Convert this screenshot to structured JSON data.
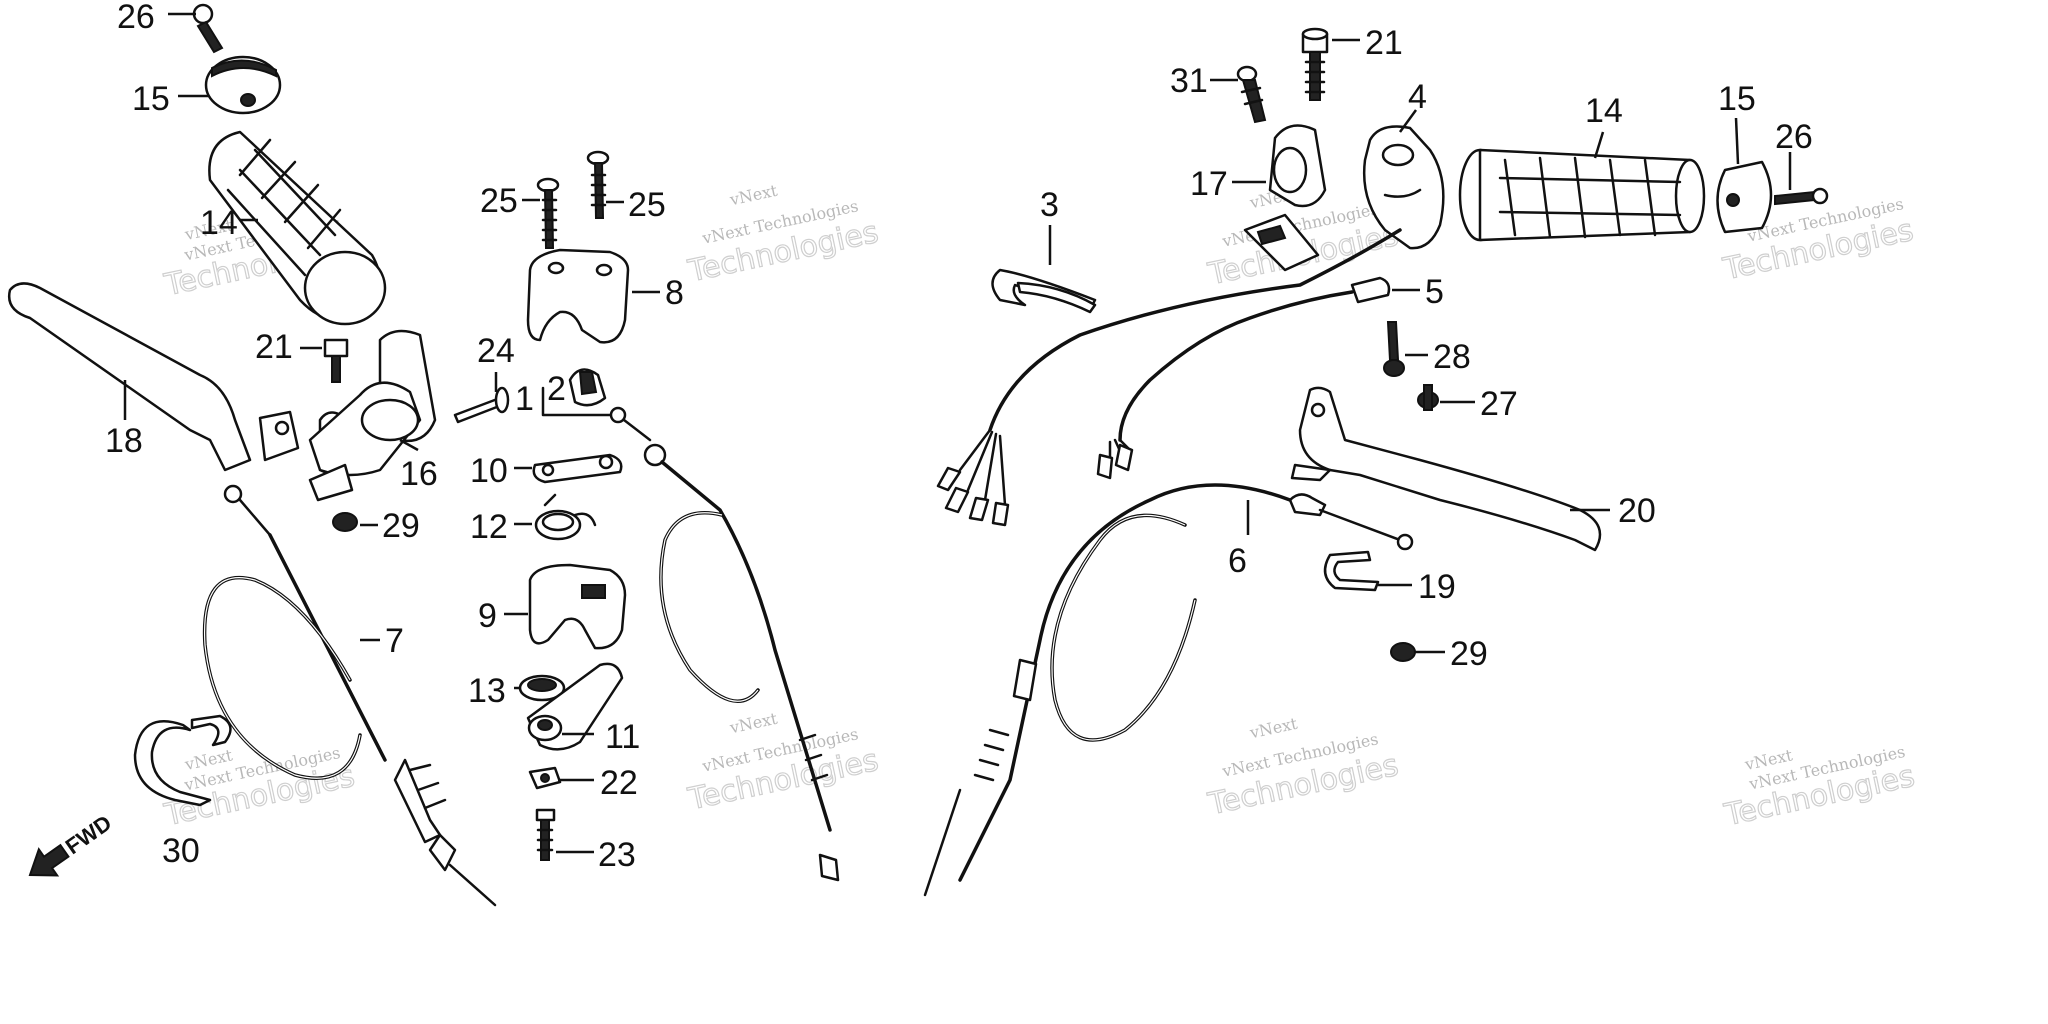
{
  "callouts": {
    "c26_left": "26",
    "c15_left": "15",
    "c14_left": "14",
    "c21_left": "21",
    "c18": "18",
    "c16": "16",
    "c29_left": "29",
    "c7": "7",
    "c30": "30",
    "c25_a": "25",
    "c25_b": "25",
    "c8": "8",
    "c24": "24",
    "c1": "1",
    "c2": "2",
    "c10": "10",
    "c12": "12",
    "c9": "9",
    "c13": "13",
    "c11": "11",
    "c22": "22",
    "c23": "23",
    "c3": "3",
    "c31": "31",
    "c21_right": "21",
    "c17": "17",
    "c4": "4",
    "c14_right": "14",
    "c15_right": "15",
    "c26_right": "26",
    "c5": "5",
    "c28": "28",
    "c27": "27",
    "c20": "20",
    "c6": "6",
    "c19": "19",
    "c29_right": "29"
  },
  "fwd_label": "FWD",
  "watermark": {
    "line1": "vNext Technologies",
    "line2": "Technologies",
    "stamp": "vNext"
  },
  "colors": {
    "ink": "#111111",
    "watermark": "#bfbfbf",
    "paper": "#ffffff"
  }
}
